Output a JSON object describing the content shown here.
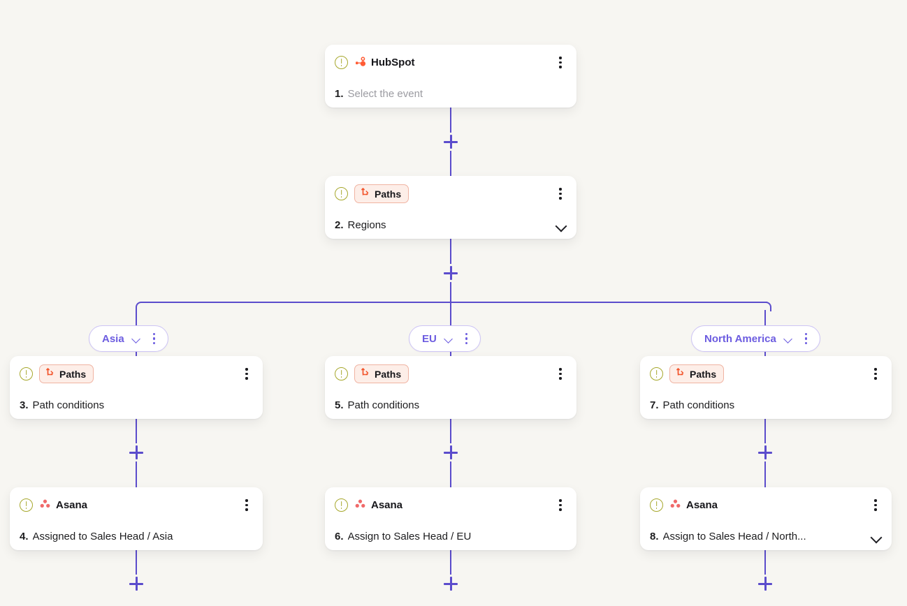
{
  "canvas": {
    "background_color": "#f7f6f2",
    "accent_color": "#5b4ccc",
    "branch_color": "#6c5ce0",
    "alert_color": "#a6a72b",
    "paths_badge_bg": "#fdeee8",
    "paths_badge_border": "#f0b3a2"
  },
  "nodes": {
    "trigger": {
      "app": "HubSpot",
      "icon": "hubspot-logo-icon",
      "alert_icon": "alert-circle-icon",
      "step_number": "1.",
      "label": "Select the event",
      "label_is_placeholder": true,
      "menu_icon": "kebab-menu-icon"
    },
    "paths_root": {
      "app": "Paths",
      "icon": "paths-branch-icon",
      "alert_icon": "alert-circle-icon",
      "step_number": "2.",
      "label": "Regions",
      "menu_icon": "kebab-menu-icon",
      "expand_icon": "chevron-down-icon"
    }
  },
  "branches": [
    {
      "id": "asia",
      "pill_label": "Asia",
      "pill_chevron_icon": "chevron-down-icon",
      "pill_menu_icon": "kebab-menu-icon",
      "condition_node": {
        "app": "Paths",
        "icon": "paths-branch-icon",
        "alert_icon": "alert-circle-icon",
        "step_number": "3.",
        "label": "Path conditions",
        "menu_icon": "kebab-menu-icon"
      },
      "action_node": {
        "app": "Asana",
        "icon": "asana-logo-icon",
        "alert_icon": "alert-circle-icon",
        "step_number": "4.",
        "label": "Assigned to Sales Head / Asia",
        "menu_icon": "kebab-menu-icon",
        "expand_icon": null
      }
    },
    {
      "id": "eu",
      "pill_label": "EU",
      "pill_chevron_icon": "chevron-down-icon",
      "pill_menu_icon": "kebab-menu-icon",
      "condition_node": {
        "app": "Paths",
        "icon": "paths-branch-icon",
        "alert_icon": "alert-circle-icon",
        "step_number": "5.",
        "label": "Path conditions",
        "menu_icon": "kebab-menu-icon"
      },
      "action_node": {
        "app": "Asana",
        "icon": "asana-logo-icon",
        "alert_icon": "alert-circle-icon",
        "step_number": "6.",
        "label": "Assign to Sales Head / EU",
        "menu_icon": "kebab-menu-icon",
        "expand_icon": null
      }
    },
    {
      "id": "north-america",
      "pill_label": "North America",
      "pill_chevron_icon": "chevron-down-icon",
      "pill_menu_icon": "kebab-menu-icon",
      "condition_node": {
        "app": "Paths",
        "icon": "paths-branch-icon",
        "alert_icon": "alert-circle-icon",
        "step_number": "7.",
        "label": "Path conditions",
        "menu_icon": "kebab-menu-icon"
      },
      "action_node": {
        "app": "Asana",
        "icon": "asana-logo-icon",
        "alert_icon": "alert-circle-icon",
        "step_number": "8.",
        "label": "Assign to Sales Head / North...",
        "menu_icon": "kebab-menu-icon",
        "expand_icon": "chevron-down-icon"
      }
    }
  ],
  "add_buttons": {
    "icon": "plus-icon",
    "tooltip": "Add step"
  }
}
